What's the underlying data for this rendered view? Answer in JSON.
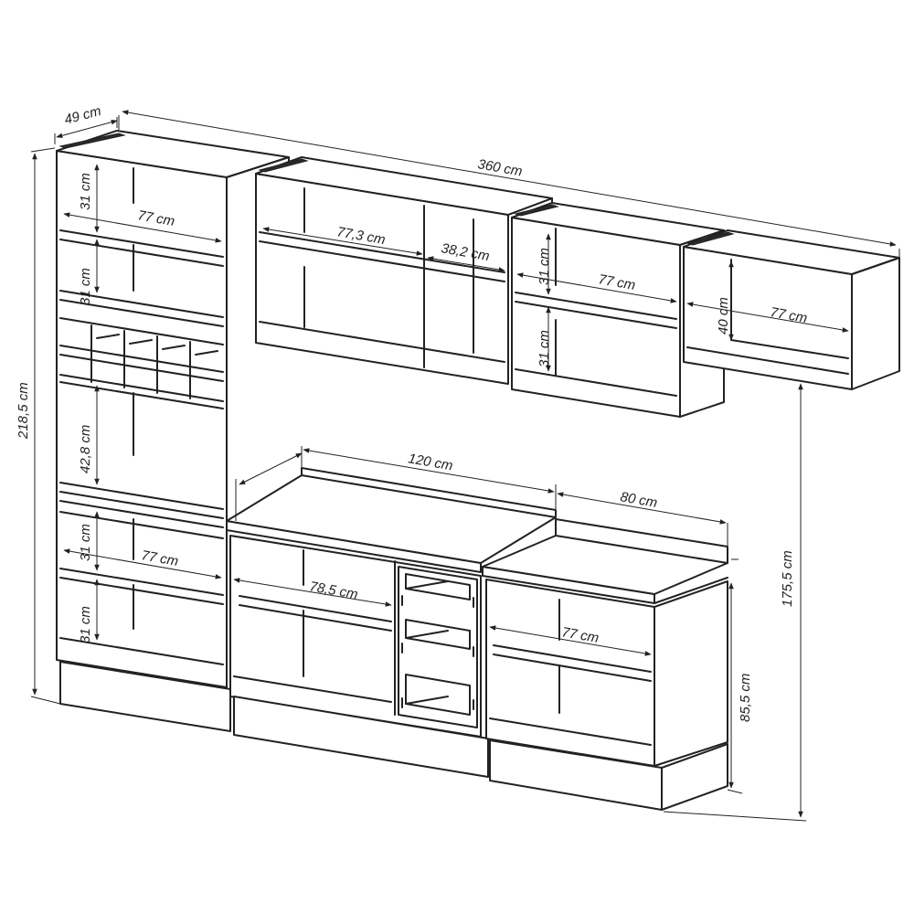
{
  "dimensions": {
    "depth": "49 cm",
    "total_width": "360 cm",
    "total_height": "218,5 cm",
    "tall_shelf_top": "31 cm",
    "tall_shelf_mid": "31 cm",
    "tall_width_upper": "77 cm",
    "tall_niche": "42,8 cm",
    "tall_lower_top": "31 cm",
    "tall_lower_bottom": "31 cm",
    "tall_width_lower": "77 cm",
    "upper1_width": "77,3 cm",
    "upper2_width": "38,2 cm",
    "upper3_shelf_top": "31 cm",
    "upper3_shelf_bottom": "31 cm",
    "upper3_width": "77 cm",
    "upper4_height": "40 cm",
    "upper4_width": "77 cm",
    "counter_width": "120 cm",
    "counter2_width": "80 cm",
    "base1_width": "78,5 cm",
    "base3_width": "77 cm",
    "base_height": "85,5 cm",
    "upper_mount_height": "175,5 cm"
  }
}
